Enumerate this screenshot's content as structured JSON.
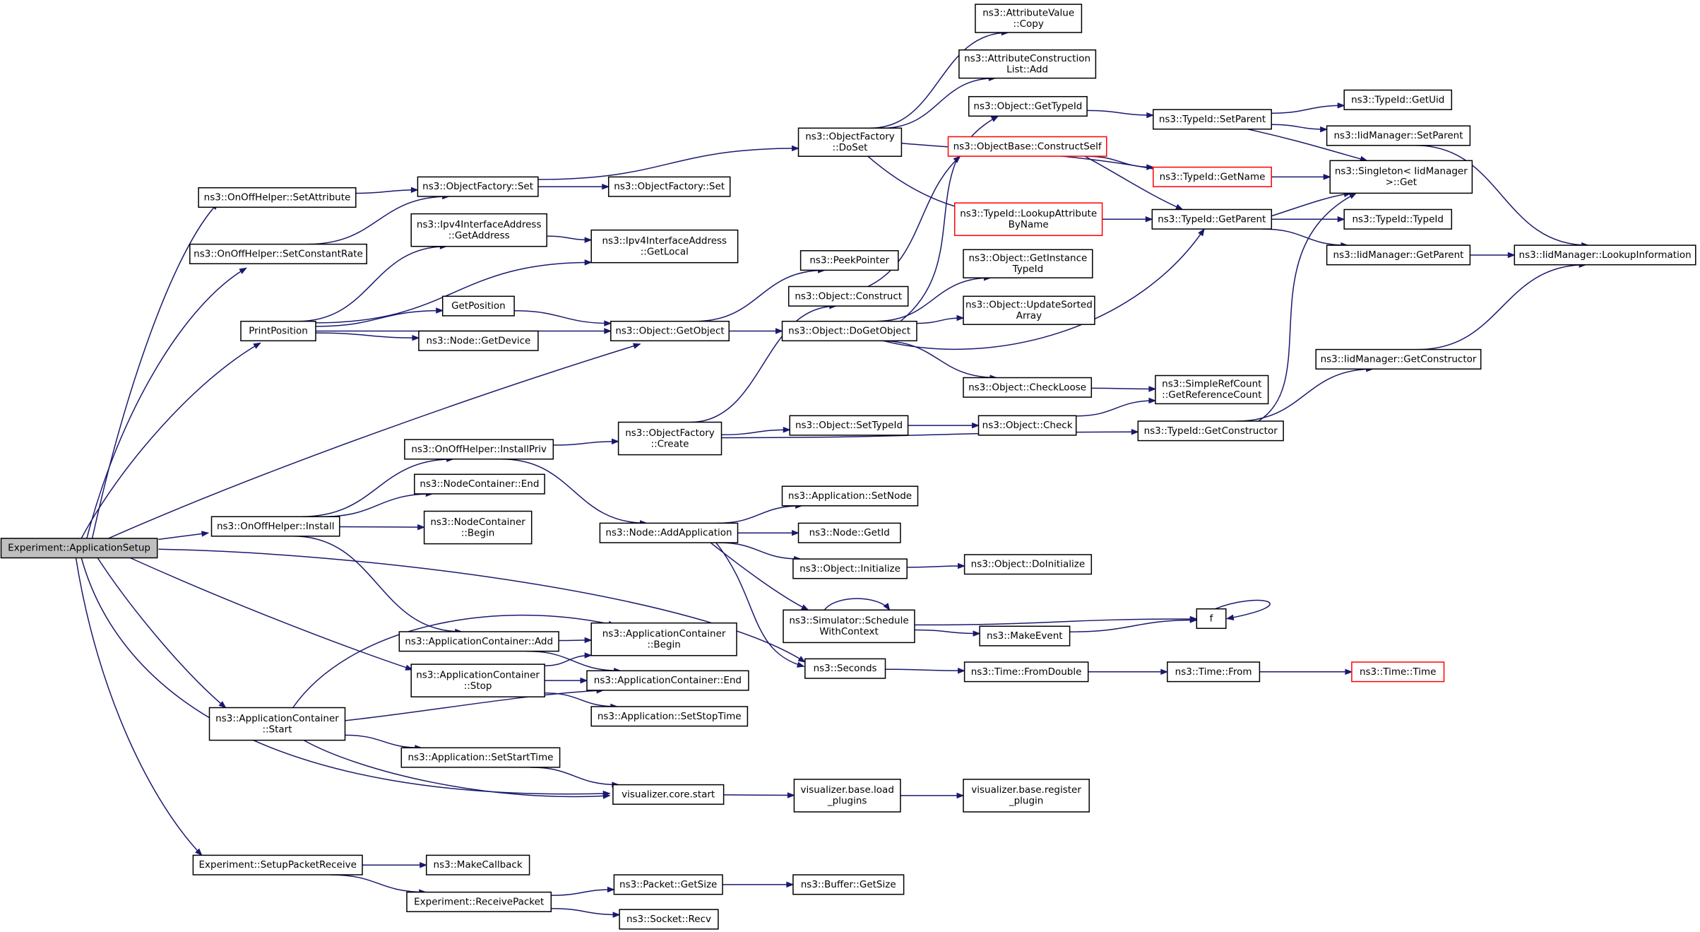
{
  "graph": {
    "colors": {
      "edge": "#191970",
      "node_border": "#000000",
      "highlight_border": "#ff0000",
      "root_fill": "#bfbfbf"
    },
    "nodes": [
      {
        "id": "app_setup",
        "lines": [
          "Experiment::ApplicationSetup"
        ],
        "style": "root"
      },
      {
        "id": "onoff_setattr",
        "lines": [
          "ns3::OnOffHelper::SetAttribute"
        ]
      },
      {
        "id": "onoff_setrate",
        "lines": [
          "ns3::OnOffHelper::SetConstantRate"
        ]
      },
      {
        "id": "print_pos",
        "lines": [
          "PrintPosition"
        ]
      },
      {
        "id": "onoff_install",
        "lines": [
          "ns3::OnOffHelper::Install"
        ]
      },
      {
        "id": "appc_stop",
        "lines": [
          "ns3::ApplicationContainer",
          "::Stop"
        ]
      },
      {
        "id": "appc_start",
        "lines": [
          "ns3::ApplicationContainer",
          "::Start"
        ]
      },
      {
        "id": "setup_pkt_recv",
        "lines": [
          "Experiment::SetupPacketReceive"
        ]
      },
      {
        "id": "objf_set",
        "lines": [
          "ns3::ObjectFactory::Set"
        ]
      },
      {
        "id": "ipv4_getaddr",
        "lines": [
          "ns3::Ipv4InterfaceAddress",
          "::GetAddress"
        ]
      },
      {
        "id": "getposition",
        "lines": [
          "GetPosition"
        ]
      },
      {
        "id": "node_getdevice",
        "lines": [
          "ns3::Node::GetDevice"
        ]
      },
      {
        "id": "onoff_installpriv",
        "lines": [
          "ns3::OnOffHelper::InstallPriv"
        ]
      },
      {
        "id": "nc_end",
        "lines": [
          "ns3::NodeContainer::End"
        ]
      },
      {
        "id": "nc_begin",
        "lines": [
          "ns3::NodeContainer",
          "::Begin"
        ]
      },
      {
        "id": "appc_add",
        "lines": [
          "ns3::ApplicationContainer::Add"
        ]
      },
      {
        "id": "app_setstarttime",
        "lines": [
          "ns3::Application::SetStartTime"
        ]
      },
      {
        "id": "vis_core_start",
        "lines": [
          "visualizer.core.start"
        ]
      },
      {
        "id": "makecallback",
        "lines": [
          "ns3::MakeCallback"
        ]
      },
      {
        "id": "recv_packet",
        "lines": [
          "Experiment::ReceivePacket"
        ]
      },
      {
        "id": "objf_set2",
        "lines": [
          "ns3::ObjectFactory::Set"
        ]
      },
      {
        "id": "ipv4_getlocal",
        "lines": [
          "ns3::Ipv4InterfaceAddress",
          "::GetLocal"
        ]
      },
      {
        "id": "object_getobject",
        "lines": [
          "ns3::Object::GetObject"
        ]
      },
      {
        "id": "appc_begin",
        "lines": [
          "ns3::ApplicationContainer",
          "::Begin"
        ]
      },
      {
        "id": "appc_end",
        "lines": [
          "ns3::ApplicationContainer::End"
        ]
      },
      {
        "id": "app_setstoptime",
        "lines": [
          "ns3::Application::SetStopTime"
        ]
      },
      {
        "id": "packet_getsize",
        "lines": [
          "ns3::Packet::GetSize"
        ]
      },
      {
        "id": "socket_recv",
        "lines": [
          "ns3::Socket::Recv"
        ]
      },
      {
        "id": "objf_doset",
        "lines": [
          "ns3::ObjectFactory",
          "::DoSet"
        ]
      },
      {
        "id": "peekpointer",
        "lines": [
          "ns3::PeekPointer"
        ]
      },
      {
        "id": "object_construct",
        "lines": [
          "ns3::Object::Construct"
        ]
      },
      {
        "id": "object_dogetobject",
        "lines": [
          "ns3::Object::DoGetObject"
        ]
      },
      {
        "id": "objf_create",
        "lines": [
          "ns3::ObjectFactory",
          "::Create"
        ]
      },
      {
        "id": "node_addapp",
        "lines": [
          "ns3::Node::AddApplication"
        ]
      },
      {
        "id": "seconds",
        "lines": [
          "ns3::Seconds"
        ]
      },
      {
        "id": "vis_base_load",
        "lines": [
          "visualizer.base.load",
          "_plugins"
        ]
      },
      {
        "id": "buffer_getsize",
        "lines": [
          "ns3::Buffer::GetSize"
        ]
      },
      {
        "id": "object_settypeid",
        "lines": [
          "ns3::Object::SetTypeId"
        ]
      },
      {
        "id": "app_setnode",
        "lines": [
          "ns3::Application::SetNode"
        ]
      },
      {
        "id": "node_getid",
        "lines": [
          "ns3::Node::GetId"
        ]
      },
      {
        "id": "object_initialize",
        "lines": [
          "ns3::Object::Initialize"
        ]
      },
      {
        "id": "sim_schedule",
        "lines": [
          "ns3::Simulator::Schedule",
          "WithContext"
        ]
      },
      {
        "id": "attrvalue_copy",
        "lines": [
          "ns3::AttributeValue",
          "::Copy"
        ]
      },
      {
        "id": "attrconst_add",
        "lines": [
          "ns3::AttributeConstruction",
          "List::Add"
        ]
      },
      {
        "id": "object_gettypeid",
        "lines": [
          "ns3::Object::GetTypeId"
        ]
      },
      {
        "id": "objbase_constructself",
        "lines": [
          "ns3::ObjectBase::ConstructSelf"
        ],
        "style": "red"
      },
      {
        "id": "typeid_lookupattr",
        "lines": [
          "ns3::TypeId::LookupAttribute",
          "ByName"
        ],
        "style": "red"
      },
      {
        "id": "object_getinstance",
        "lines": [
          "ns3::Object::GetInstance",
          "TypeId"
        ]
      },
      {
        "id": "object_updatesorted",
        "lines": [
          "ns3::Object::UpdateSorted",
          "Array"
        ]
      },
      {
        "id": "object_checkloose",
        "lines": [
          "ns3::Object::CheckLoose"
        ]
      },
      {
        "id": "object_check",
        "lines": [
          "ns3::Object::Check"
        ]
      },
      {
        "id": "object_doinit",
        "lines": [
          "ns3::Object::DoInitialize"
        ]
      },
      {
        "id": "makeevent",
        "lines": [
          "ns3::MakeEvent"
        ]
      },
      {
        "id": "time_fromdouble",
        "lines": [
          "ns3::Time::FromDouble"
        ]
      },
      {
        "id": "vis_base_register",
        "lines": [
          "visualizer.base.register",
          "_plugin"
        ]
      },
      {
        "id": "typeid_setparent",
        "lines": [
          "ns3::TypeId::SetParent"
        ]
      },
      {
        "id": "typeid_getname",
        "lines": [
          "ns3::TypeId::GetName"
        ],
        "style": "red"
      },
      {
        "id": "typeid_getparent",
        "lines": [
          "ns3::TypeId::GetParent"
        ]
      },
      {
        "id": "simplerefcount",
        "lines": [
          "ns3::SimpleRefCount",
          "::GetReferenceCount"
        ]
      },
      {
        "id": "typeid_getconstructor",
        "lines": [
          "ns3::TypeId::GetConstructor"
        ]
      },
      {
        "id": "f",
        "lines": [
          "f"
        ]
      },
      {
        "id": "time_from",
        "lines": [
          "ns3::Time::From"
        ]
      },
      {
        "id": "typeid_getuid",
        "lines": [
          "ns3::TypeId::GetUid"
        ]
      },
      {
        "id": "iidm_setparent",
        "lines": [
          "ns3::IidManager::SetParent"
        ]
      },
      {
        "id": "singleton_get",
        "lines": [
          "ns3::Singleton< IidManager",
          " >::Get"
        ]
      },
      {
        "id": "typeid_typeid",
        "lines": [
          "ns3::TypeId::TypeId"
        ]
      },
      {
        "id": "iidm_getparent",
        "lines": [
          "ns3::IidManager::GetParent"
        ]
      },
      {
        "id": "iidm_getconstructor",
        "lines": [
          "ns3::IidManager::GetConstructor"
        ]
      },
      {
        "id": "time_time",
        "lines": [
          "ns3::Time::Time"
        ],
        "style": "red"
      },
      {
        "id": "iidm_lookupinfo",
        "lines": [
          "ns3::IidManager::LookupInformation"
        ]
      }
    ],
    "edges": [
      {
        "from": "app_setup",
        "to": "onoff_setattr"
      },
      {
        "from": "app_setup",
        "to": "onoff_setrate"
      },
      {
        "from": "app_setup",
        "to": "print_pos"
      },
      {
        "from": "app_setup",
        "to": "object_getobject"
      },
      {
        "from": "app_setup",
        "to": "onoff_install"
      },
      {
        "from": "app_setup",
        "to": "seconds"
      },
      {
        "from": "app_setup",
        "to": "appc_stop"
      },
      {
        "from": "app_setup",
        "to": "appc_start"
      },
      {
        "from": "app_setup",
        "to": "vis_core_start"
      },
      {
        "from": "app_setup",
        "to": "setup_pkt_recv"
      },
      {
        "from": "onoff_setattr",
        "to": "objf_set"
      },
      {
        "from": "onoff_setrate",
        "to": "objf_set"
      },
      {
        "from": "print_pos",
        "to": "ipv4_getaddr"
      },
      {
        "from": "print_pos",
        "to": "ipv4_getlocal"
      },
      {
        "from": "print_pos",
        "to": "getposition"
      },
      {
        "from": "print_pos",
        "to": "node_getdevice"
      },
      {
        "from": "print_pos",
        "to": "object_getobject"
      },
      {
        "from": "onoff_install",
        "to": "onoff_installpriv"
      },
      {
        "from": "onoff_install",
        "to": "nc_end"
      },
      {
        "from": "onoff_install",
        "to": "nc_begin"
      },
      {
        "from": "onoff_install",
        "to": "appc_add"
      },
      {
        "from": "appc_stop",
        "to": "appc_begin"
      },
      {
        "from": "appc_stop",
        "to": "appc_end"
      },
      {
        "from": "appc_stop",
        "to": "app_setstoptime"
      },
      {
        "from": "appc_start",
        "to": "appc_begin"
      },
      {
        "from": "appc_start",
        "to": "appc_end"
      },
      {
        "from": "appc_start",
        "to": "app_setstarttime"
      },
      {
        "from": "appc_start",
        "to": "vis_core_start"
      },
      {
        "from": "setup_pkt_recv",
        "to": "makecallback"
      },
      {
        "from": "setup_pkt_recv",
        "to": "recv_packet"
      },
      {
        "from": "objf_set",
        "to": "objf_doset"
      },
      {
        "from": "objf_set",
        "to": "objf_set2"
      },
      {
        "from": "ipv4_getaddr",
        "to": "ipv4_getlocal"
      },
      {
        "from": "getposition",
        "to": "object_getobject"
      },
      {
        "from": "onoff_installpriv",
        "to": "objf_create"
      },
      {
        "from": "onoff_installpriv",
        "to": "node_addapp"
      },
      {
        "from": "appc_add",
        "to": "appc_begin"
      },
      {
        "from": "appc_add",
        "to": "appc_end"
      },
      {
        "from": "app_setstarttime",
        "to": "vis_core_start"
      },
      {
        "from": "vis_core_start",
        "to": "vis_base_load"
      },
      {
        "from": "recv_packet",
        "to": "packet_getsize"
      },
      {
        "from": "recv_packet",
        "to": "socket_recv"
      },
      {
        "from": "object_getobject",
        "to": "peekpointer"
      },
      {
        "from": "object_getobject",
        "to": "object_dogetobject"
      },
      {
        "from": "packet_getsize",
        "to": "buffer_getsize"
      },
      {
        "from": "objf_doset",
        "to": "attrvalue_copy"
      },
      {
        "from": "objf_doset",
        "to": "attrconst_add"
      },
      {
        "from": "objf_doset",
        "to": "typeid_getname"
      },
      {
        "from": "objf_doset",
        "to": "typeid_lookupattr"
      },
      {
        "from": "object_construct",
        "to": "objbase_constructself"
      },
      {
        "from": "object_dogetobject",
        "to": "object_gettypeid"
      },
      {
        "from": "object_dogetobject",
        "to": "object_getinstance"
      },
      {
        "from": "object_dogetobject",
        "to": "object_updatesorted"
      },
      {
        "from": "object_dogetobject",
        "to": "object_checkloose"
      },
      {
        "from": "object_dogetobject",
        "to": "typeid_getparent"
      },
      {
        "from": "objf_create",
        "to": "object_construct"
      },
      {
        "from": "objf_create",
        "to": "object_settypeid"
      },
      {
        "from": "objf_create",
        "to": "typeid_getconstructor"
      },
      {
        "from": "node_addapp",
        "to": "app_setnode"
      },
      {
        "from": "node_addapp",
        "to": "node_getid"
      },
      {
        "from": "node_addapp",
        "to": "object_initialize"
      },
      {
        "from": "node_addapp",
        "to": "sim_schedule"
      },
      {
        "from": "node_addapp",
        "to": "seconds"
      },
      {
        "from": "seconds",
        "to": "time_fromdouble"
      },
      {
        "from": "vis_base_load",
        "to": "vis_base_register"
      },
      {
        "from": "object_settypeid",
        "to": "object_check"
      },
      {
        "from": "object_initialize",
        "to": "object_doinit"
      },
      {
        "from": "sim_schedule",
        "to": "sim_schedule"
      },
      {
        "from": "sim_schedule",
        "to": "makeevent"
      },
      {
        "from": "sim_schedule",
        "to": "f"
      },
      {
        "from": "object_gettypeid",
        "to": "typeid_setparent"
      },
      {
        "from": "objbase_constructself",
        "to": "typeid_getname"
      },
      {
        "from": "objbase_constructself",
        "to": "typeid_getparent"
      },
      {
        "from": "typeid_lookupattr",
        "to": "typeid_getparent"
      },
      {
        "from": "object_checkloose",
        "to": "simplerefcount"
      },
      {
        "from": "object_check",
        "to": "simplerefcount"
      },
      {
        "from": "makeevent",
        "to": "f"
      },
      {
        "from": "time_fromdouble",
        "to": "time_from"
      },
      {
        "from": "typeid_setparent",
        "to": "typeid_getuid"
      },
      {
        "from": "typeid_setparent",
        "to": "iidm_setparent"
      },
      {
        "from": "typeid_setparent",
        "to": "singleton_get"
      },
      {
        "from": "typeid_getname",
        "to": "singleton_get"
      },
      {
        "from": "typeid_getparent",
        "to": "singleton_get"
      },
      {
        "from": "typeid_getparent",
        "to": "typeid_typeid"
      },
      {
        "from": "typeid_getparent",
        "to": "iidm_getparent"
      },
      {
        "from": "typeid_getconstructor",
        "to": "singleton_get"
      },
      {
        "from": "typeid_getconstructor",
        "to": "iidm_getconstructor"
      },
      {
        "from": "f",
        "to": "f"
      },
      {
        "from": "time_from",
        "to": "time_time"
      },
      {
        "from": "iidm_setparent",
        "to": "iidm_lookupinfo"
      },
      {
        "from": "iidm_getparent",
        "to": "iidm_lookupinfo"
      },
      {
        "from": "iidm_getconstructor",
        "to": "iidm_lookupinfo"
      }
    ]
  }
}
